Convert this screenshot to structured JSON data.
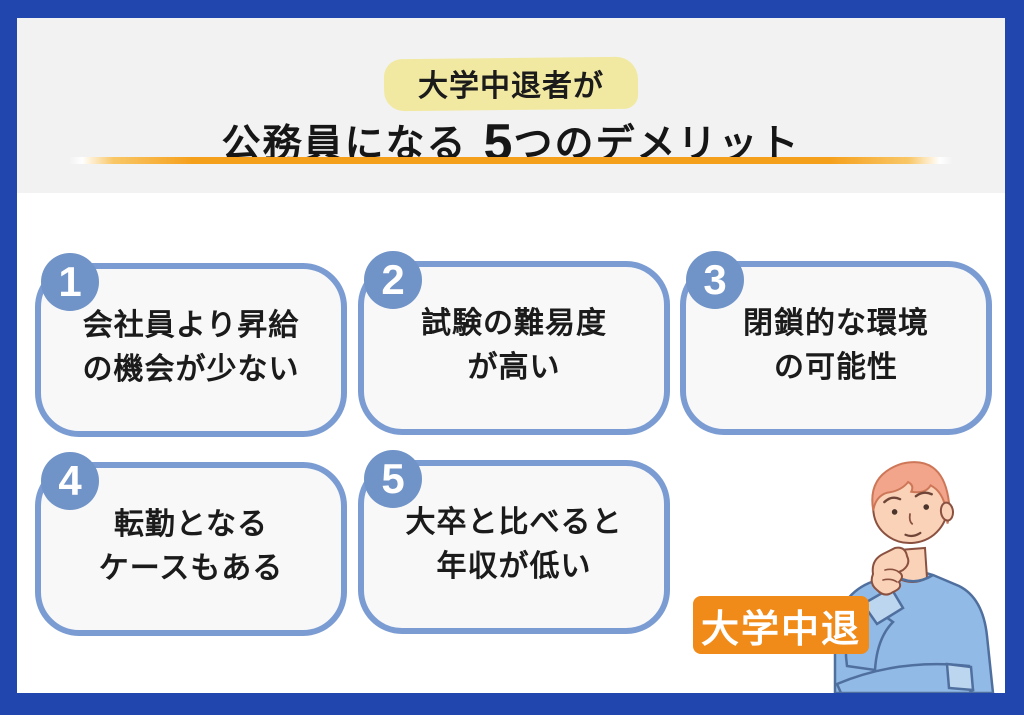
{
  "page": {
    "border_color": "#2146ae",
    "header_bg": "#f2f2f3",
    "content_bg": "#ffffff"
  },
  "header": {
    "subtitle": "大学中退者が",
    "title_prefix": "公務員になる",
    "title_number": "5",
    "title_suffix": "つのデメリット",
    "highlight_color": "#f1e9a2",
    "underline_color": "#f5a01c"
  },
  "items": [
    {
      "number": "1",
      "lines": [
        "会社員より昇給",
        "の機会が少ない"
      ]
    },
    {
      "number": "2",
      "lines": [
        "試験の難易度",
        "が高い"
      ]
    },
    {
      "number": "3",
      "lines": [
        "閉鎖的な環境",
        "の可能性"
      ]
    },
    {
      "number": "4",
      "lines": [
        "転勤となる",
        "ケースもある"
      ]
    },
    {
      "number": "5",
      "lines": [
        "大卒と比べると",
        "年収が低い"
      ]
    }
  ],
  "badge": {
    "label": "大学中退",
    "color": "#f08a18"
  },
  "illustration": {
    "name": "thinking-person",
    "hair_color": "#f2a58a",
    "skin_color": "#fad2b8",
    "sweater_color": "#92bae6",
    "card_accent": "#7b9cd2"
  }
}
